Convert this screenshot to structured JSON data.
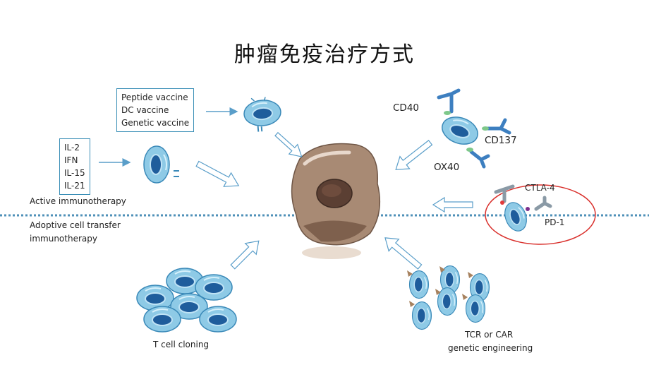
{
  "title": "肿瘤免疫治疗方式",
  "vaccine_box": [
    "Peptide vaccine",
    "DC vaccine",
    "Genetic vaccine"
  ],
  "cytokine_box": [
    "IL-2",
    "IFN",
    "IL-15",
    "IL-21"
  ],
  "labels": {
    "active": "Active immunotherapy",
    "adoptive_line1": "Adoptive cell transfer",
    "adoptive_line2": "immunotherapy",
    "t_cell_cloning": "T cell cloning",
    "tcr_line1": "TCR or CAR",
    "tcr_line2": "genetic engineering"
  },
  "receptors": {
    "cd40": "CD40",
    "cd137": "CD137",
    "ox40": "OX40",
    "ctla4": "CTLA-4",
    "pd1": "PD-1"
  },
  "colors": {
    "cell_fill": "#8ecae6",
    "cell_stroke": "#3a89b8",
    "nucleus": "#1f5d9c",
    "tumor": "#a88a74",
    "arrow": "#5a9ec9",
    "divider": "#4f90b8",
    "checkpoint_circle": "#d9302c"
  }
}
